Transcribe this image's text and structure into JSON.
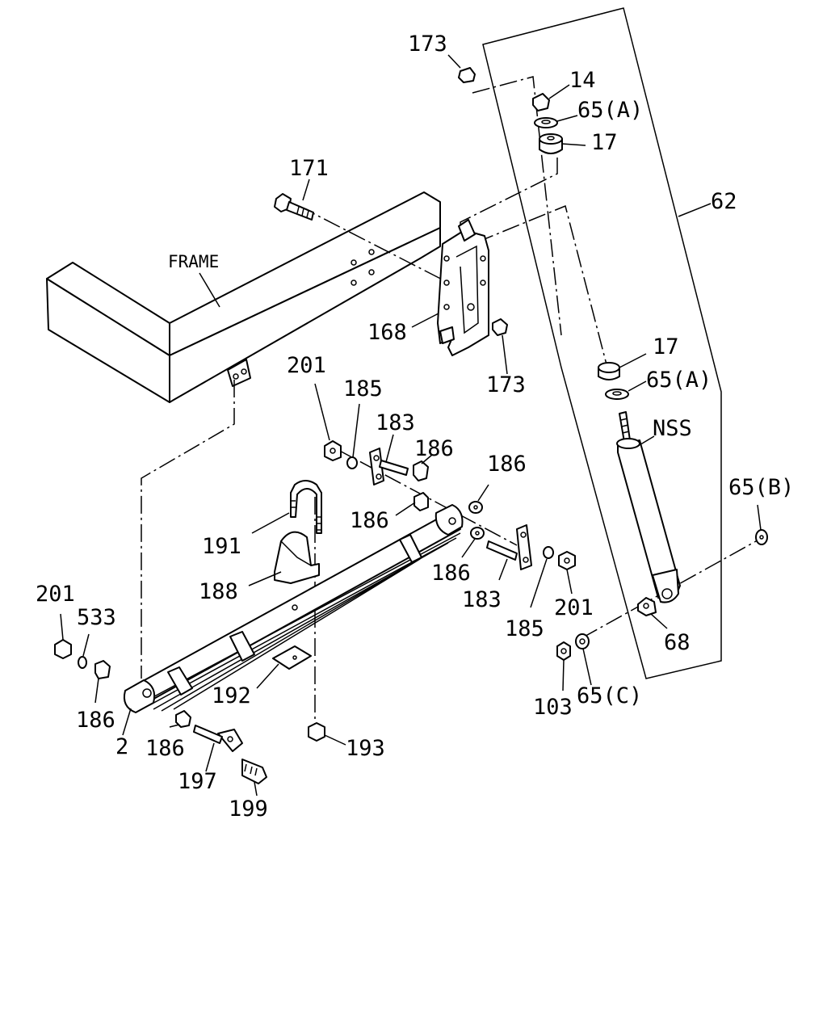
{
  "labels": {
    "p173_top": "173",
    "p14": "14",
    "p65a_top": "65(A)",
    "p17_top": "17",
    "p171": "171",
    "p62": "62",
    "frame": "FRAME",
    "p168": "168",
    "p173_mid": "173",
    "p17_mid": "17",
    "p65a_mid": "65(A)",
    "p201_upper": "201",
    "p185_upper": "185",
    "p183_upper": "183",
    "p186_upper_a": "186",
    "p186_right_top": "186",
    "nss": "NSS",
    "p65b": "65(B)",
    "p191": "191",
    "p186_upper_b": "186",
    "p188": "188",
    "p186_right_mid": "186",
    "p183_lower": "183",
    "p201_right": "201",
    "p185_lower": "185",
    "p68": "68",
    "p201_left": "201",
    "p533": "533",
    "p186_left": "186",
    "p192": "192",
    "p2": "2",
    "p186_bottom": "186",
    "p193": "193",
    "p103": "103",
    "p65c": "65(C)",
    "p197": "197",
    "p199": "199"
  }
}
